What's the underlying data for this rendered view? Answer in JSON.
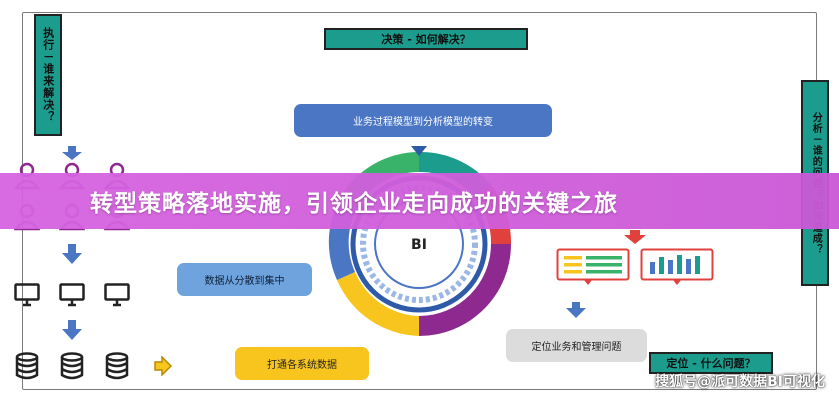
{
  "left_box": "执行－谁来解决？",
  "top_box": "决策 - 如何解决？",
  "right_box": "分析－谁的问题？如何造成？",
  "bottom_right_box": "定位 - 什么问题？",
  "pill_top": "业务过程模型到分析模型的转变",
  "pill_left": "数据从分散到集中",
  "pill_bottom": "打通各系统数据",
  "pill_right": "定位业务和管理问题",
  "bi_label": "BI",
  "banner_title": "转型策略落地实施，引领企业走向成功的关键之旅",
  "watermark": "搜狐号@派可数据BI可视化",
  "colors": {
    "teal": "#1b9c8c",
    "blue": "#4a76c4",
    "light_blue": "#6ea3de",
    "yellow": "#f7c51e",
    "purple": "#8e2a8f",
    "banner": "#d663e0"
  },
  "icons": [
    "person-icon",
    "monitor-icon",
    "database-icon",
    "arrow-down-icon",
    "arrow-right-icon",
    "bar-chart-icon",
    "text-lines-icon"
  ]
}
